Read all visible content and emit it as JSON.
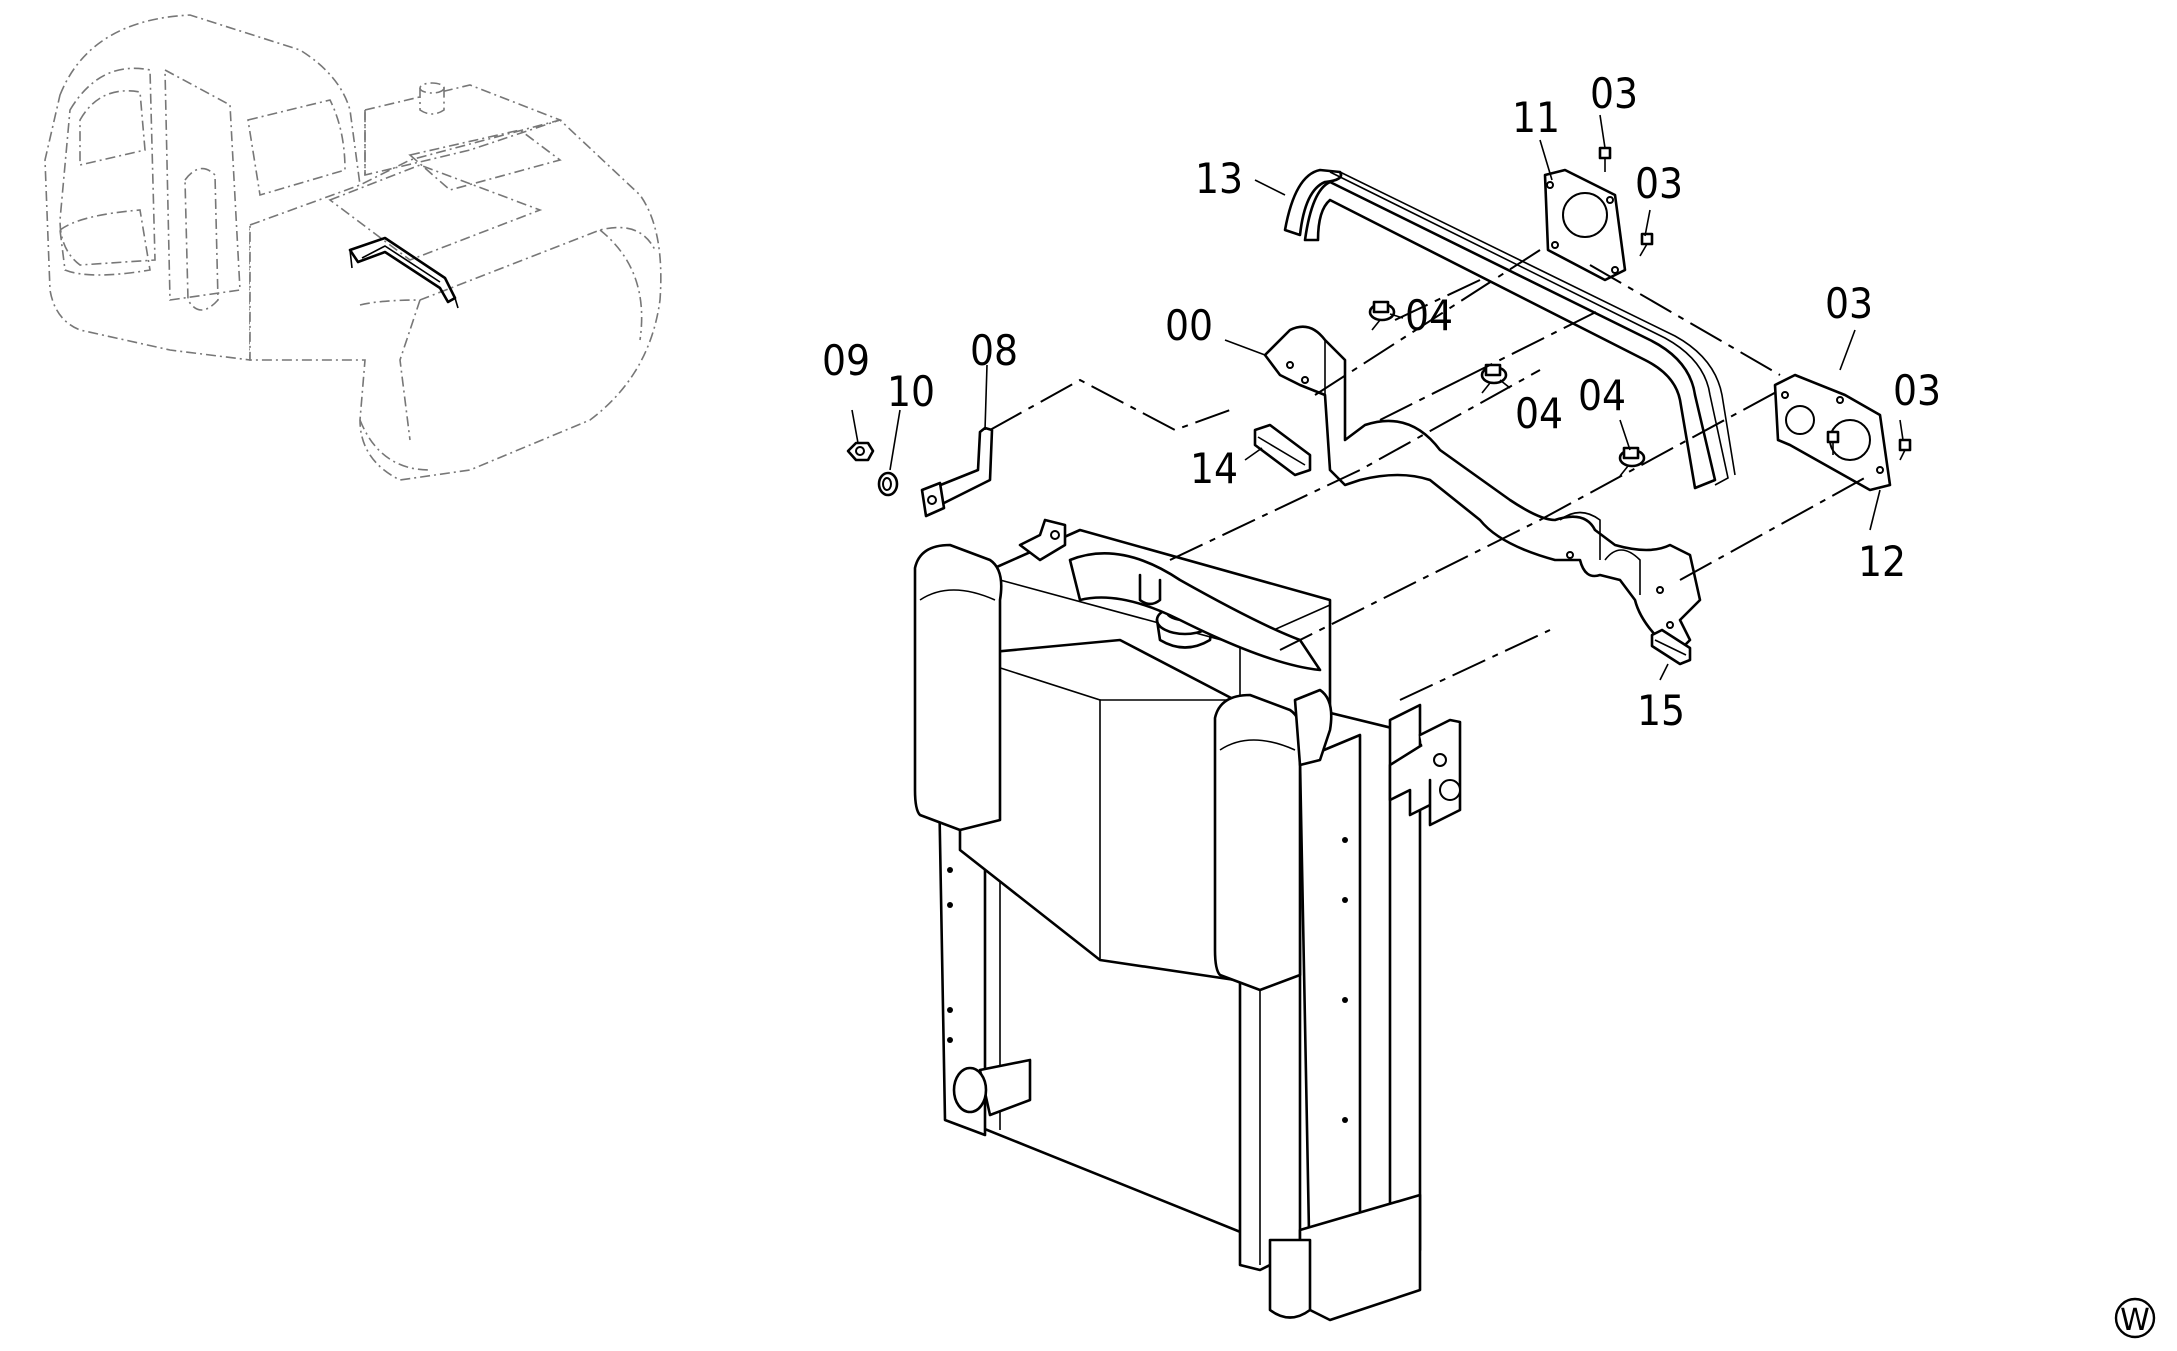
{
  "diagram": {
    "part_callouts": [
      {
        "id": "c-00",
        "text": "00"
      },
      {
        "id": "c-03a",
        "text": "03"
      },
      {
        "id": "c-03b",
        "text": "03"
      },
      {
        "id": "c-03c",
        "text": "03"
      },
      {
        "id": "c-03d",
        "text": "03"
      },
      {
        "id": "c-04a",
        "text": "04"
      },
      {
        "id": "c-04b",
        "text": "04"
      },
      {
        "id": "c-04c",
        "text": "04"
      },
      {
        "id": "c-08",
        "text": "08"
      },
      {
        "id": "c-09",
        "text": "09"
      },
      {
        "id": "c-10",
        "text": "10"
      },
      {
        "id": "c-11",
        "text": "11"
      },
      {
        "id": "c-12",
        "text": "12"
      },
      {
        "id": "c-13",
        "text": "13"
      },
      {
        "id": "c-14",
        "text": "14"
      },
      {
        "id": "c-15",
        "text": "15"
      }
    ],
    "corner_mark": "W"
  }
}
